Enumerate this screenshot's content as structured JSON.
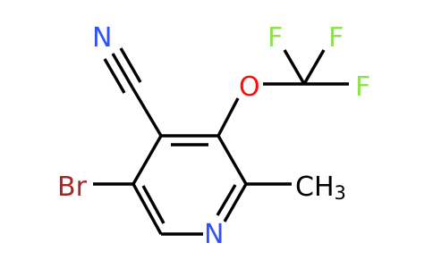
{
  "molecule": {
    "atoms": {
      "nitrile_n": "N",
      "oxygen": "O",
      "fluorine_1": "F",
      "fluorine_2": "F",
      "fluorine_3": "F",
      "bromine": "Br",
      "ring_n": "N",
      "methyl_c": "CH",
      "methyl_sub": "3"
    },
    "colors": {
      "bond": "#000000",
      "nitrogen": "#3050F8",
      "oxygen": "#FF0D0D",
      "fluorine": "#90E050",
      "bromine": "#A62929",
      "carbon": "#000000"
    }
  }
}
